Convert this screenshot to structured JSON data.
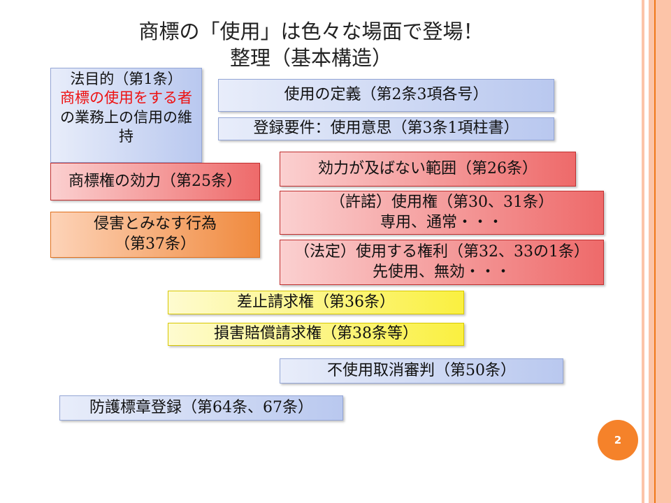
{
  "title": {
    "line1": "商標の「使用」は色々な場面で登場！",
    "line2": "整理（基本構造）"
  },
  "boxes": {
    "purpose": {
      "line1": "法目的（第1条）",
      "red_text": "商標の使用をする者",
      "rest_text": "の業務上の信用の維持"
    },
    "definition": "使用の定義（第2条3項各号）",
    "registration": "登録要件：使用意思（第3条1項柱書）",
    "effect": "商標権の効力（第25条）",
    "infringement": {
      "line1": "侵害とみなす行為",
      "line2": "（第37条）"
    },
    "scope": "効力が及ばない範囲（第26条）",
    "license": {
      "line1": "（許諾）使用権（第30、31条）",
      "line2": "専用、通常・・・"
    },
    "statutory": {
      "line1": "（法定）使用する権利（第32、33の1条）",
      "line2": "先使用、無効・・・"
    },
    "injunction": "差止請求権（第36条）",
    "damages": "損害賠償請求権（第38条等）",
    "cancellation": "不使用取消審判（第50条）",
    "defensive": "防護標章登録（第64条、67条）"
  },
  "page_number": "2"
}
